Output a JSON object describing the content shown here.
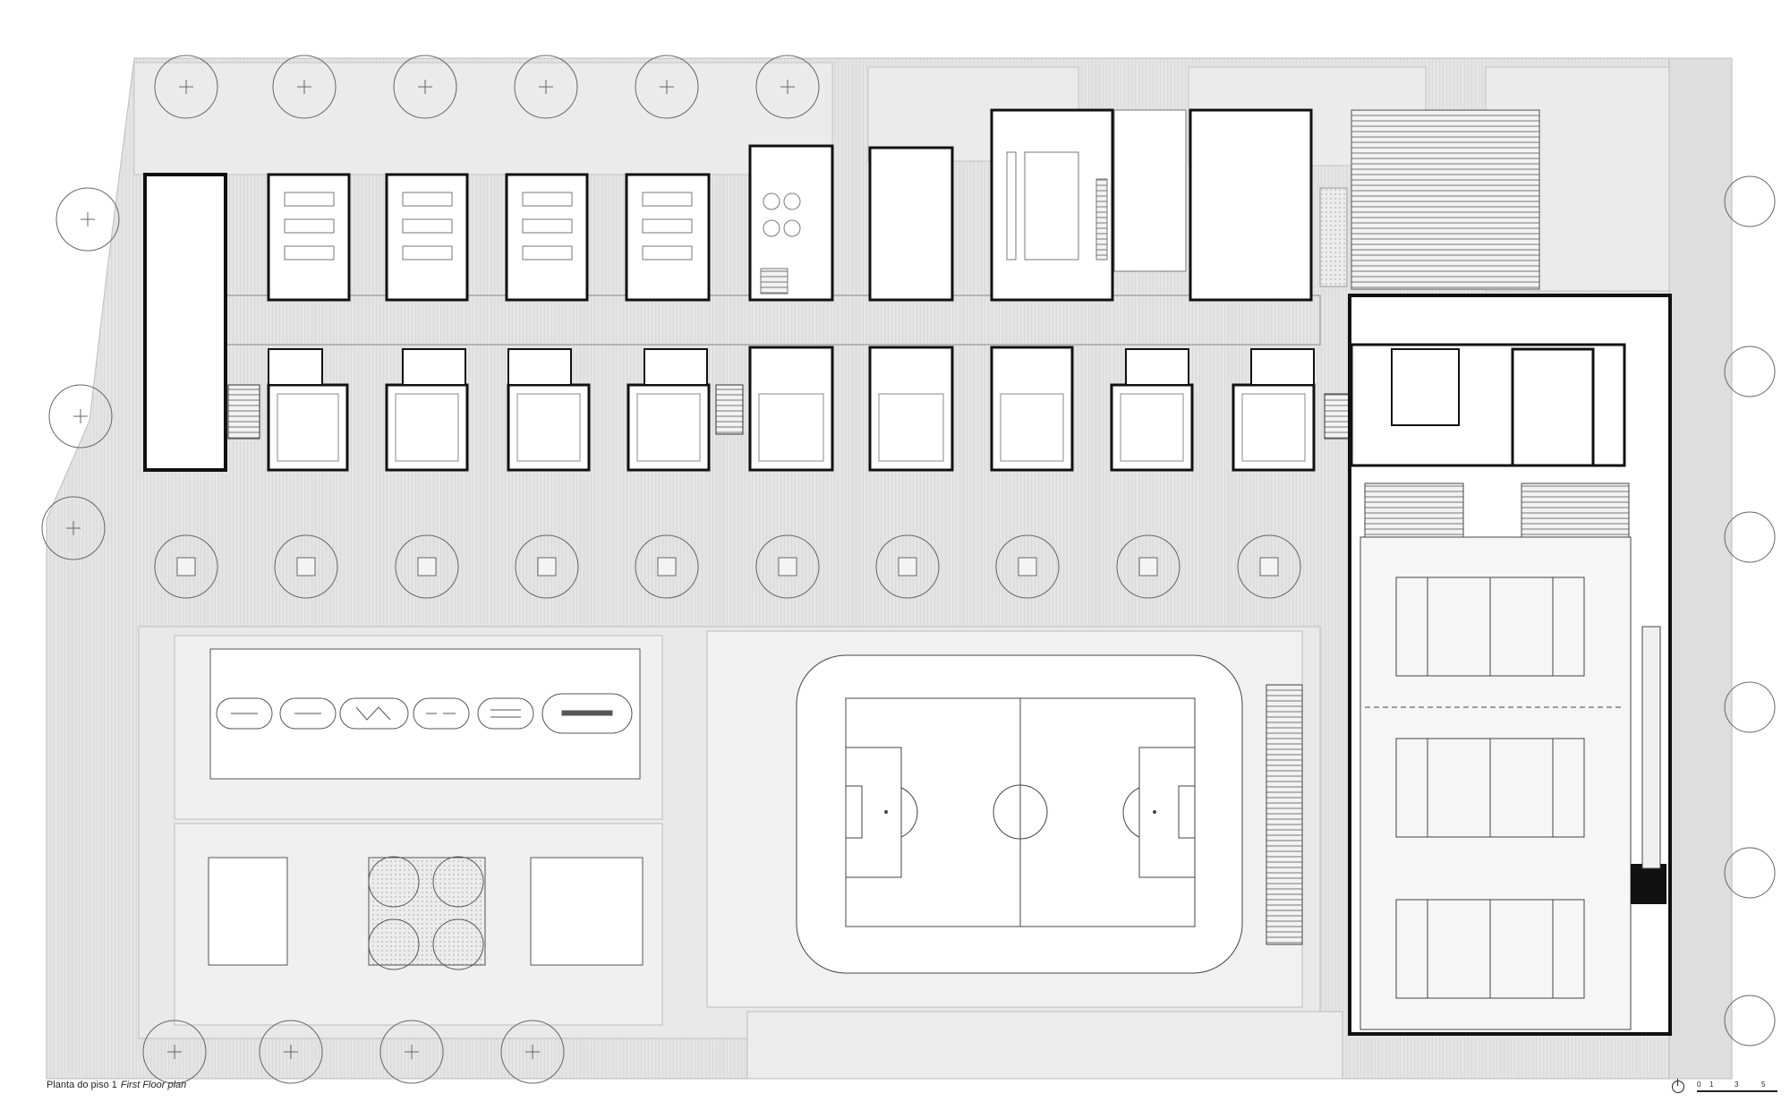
{
  "caption": {
    "pt": "Planta do piso 1",
    "en": "First Floor plan"
  },
  "scale": {
    "ticks": [
      "0",
      "1",
      "3",
      "5"
    ]
  },
  "colors": {
    "paving": "#e6e6e6",
    "wall": "#111111",
    "tree_outline": "#555555",
    "room_fill": "#ffffff"
  },
  "icons": {
    "north_arrow": "north-arrow-icon",
    "tree": "tree-symbol-icon"
  }
}
